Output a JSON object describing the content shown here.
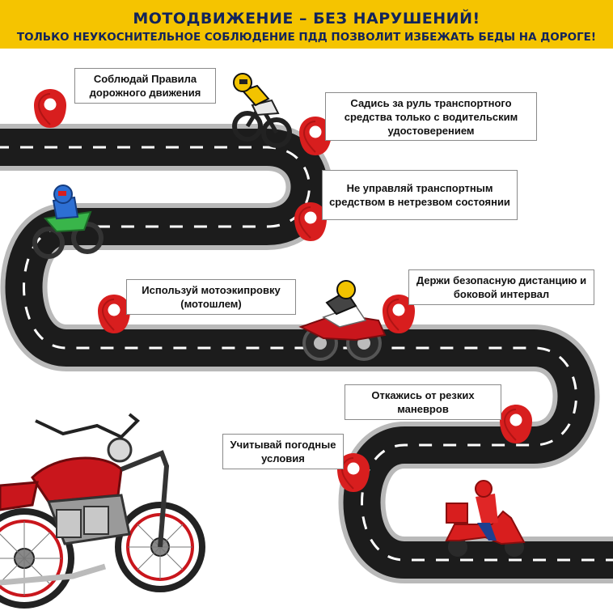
{
  "header": {
    "title": "МОТОДВИЖЕНИЕ – БЕЗ НАРУШЕНИЙ!",
    "subtitle": "ТОЛЬКО НЕУКОСНИТЕЛЬНОЕ СОБЛЮДЕНИЕ ПДД ПОЗВОЛИТ ИЗБЕЖАТЬ БЕДЫ НА ДОРОГЕ!"
  },
  "rules": [
    {
      "text": "Соблюдай Правила дорожного движения"
    },
    {
      "text": "Садись за руль транспортного средства только с водительским удостоверением"
    },
    {
      "text": "Не управляй транспортным средством в нетрезвом состоянии"
    },
    {
      "text": "Используй мотоэкипровку (мотошлем)"
    },
    {
      "text": "Держи безопасную дистанцию и боковой интервал"
    },
    {
      "text": "Откажись от резких маневров"
    },
    {
      "text": "Учитывай погодные условия"
    }
  ],
  "colors": {
    "banner": "#f5c400",
    "title_text": "#12245a",
    "road": "#1c1c1c",
    "road_edge": "#b9b9b9",
    "pin": "#d81e1e",
    "bike_red": "#c9161c"
  },
  "icons": [
    "map-pin-icon",
    "motocross-rider-icon",
    "sport-bike-rider-icon",
    "delivery-scooter-icon",
    "cruiser-motorcycle-icon"
  ]
}
